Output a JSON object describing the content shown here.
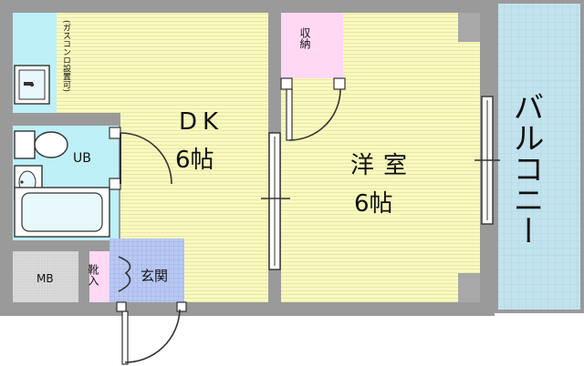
{
  "rooms": {
    "dk": {
      "name": "DK",
      "size": "6帖"
    },
    "western": {
      "name": "洋室",
      "size": "6帖"
    },
    "storage": {
      "name": "収納"
    },
    "unit_bath": {
      "name": "UB"
    },
    "entrance": {
      "name": "玄関"
    },
    "shoe_box": {
      "name": "靴入"
    },
    "meter_box": {
      "name": "MB"
    },
    "balcony": {
      "name": "バルコニー"
    },
    "gas_stove_note": "(ガスコンロ設置可)"
  },
  "colors": {
    "floor_wood": "#f9f9c2",
    "floor_grain": "#ececa6",
    "kitchen_bath": "#bdf0f7",
    "storage": "#ffd9f4",
    "entrance_tile": "#b7c6f0",
    "balcony": "#bfe1ec",
    "wall": "#8f8f8f",
    "meter": "#d9d9d9"
  }
}
